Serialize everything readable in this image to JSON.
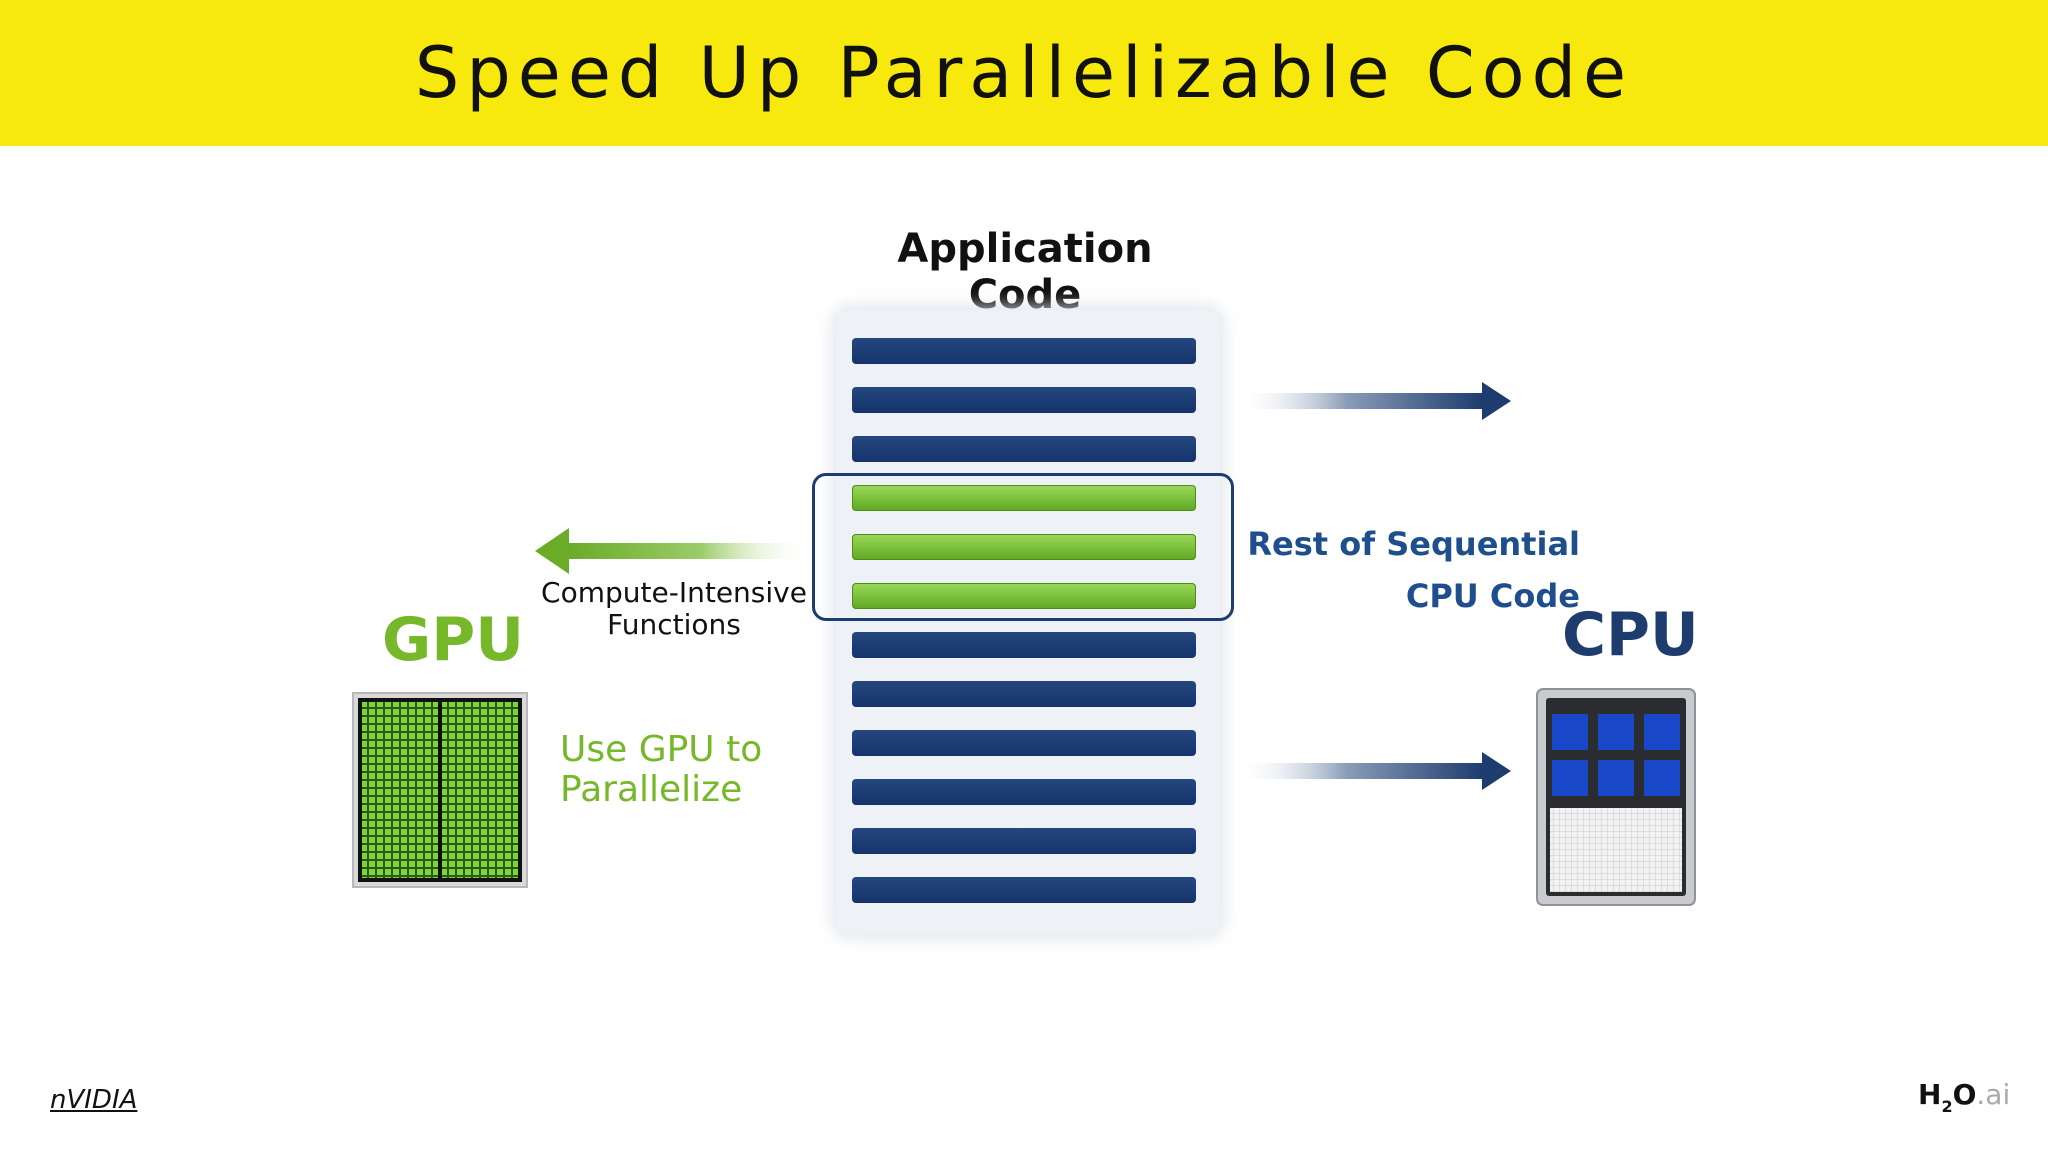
{
  "slide": {
    "title": "Speed Up Parallelizable Code",
    "application_title": "Application Code",
    "compute_label_lines": [
      "Compute-Intensive",
      "Functions"
    ],
    "gpu_label": "GPU",
    "use_gpu_lines": [
      "Use GPU to",
      "Parallelize"
    ],
    "rest_label_lines": [
      "Rest of Sequential",
      "CPU Code"
    ],
    "cpu_label": "CPU",
    "source": "nVIDIA",
    "logo": {
      "h": "H",
      "sub": "2",
      "o": "O",
      "ai": ".ai"
    }
  },
  "code_lines": [
    "sequential",
    "sequential",
    "sequential",
    "parallel",
    "parallel",
    "parallel",
    "sequential",
    "sequential",
    "sequential",
    "sequential",
    "sequential",
    "sequential"
  ],
  "colors": {
    "header": "#f7e90d",
    "gpu_green": "#76b82a",
    "cpu_blue": "#1e3d6e",
    "code_blue": "#1b3c73"
  },
  "icons": [
    "gpu-chip-icon",
    "cpu-chip-icon",
    "arrow-left-icon",
    "arrow-right-icon"
  ]
}
